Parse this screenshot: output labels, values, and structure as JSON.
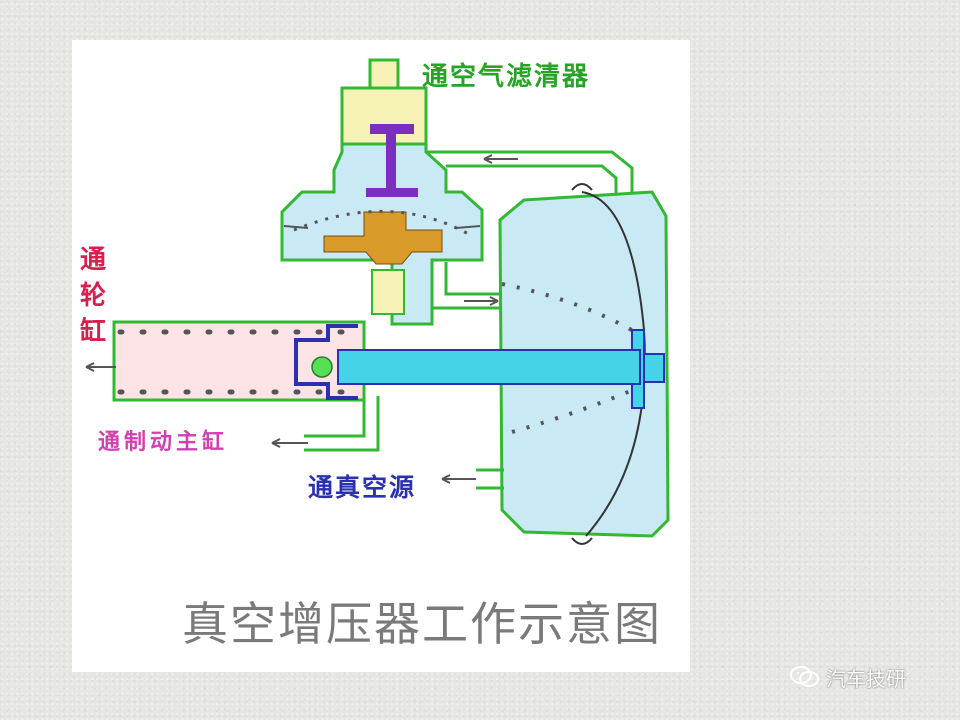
{
  "labels": {
    "filter": "通空气滤清器",
    "wheel_cylinder": "通轮缸",
    "master_cylinder": "通制动主缸",
    "vacuum_source": "通真空源",
    "caption": "真空增压器工作示意图"
  },
  "watermark": {
    "text": "汽车技研",
    "icon": "wechat-icon"
  },
  "colors": {
    "outline": "#33b833",
    "chamber": "#c9e9f5",
    "valve_body": "#f7f3b7",
    "cylinder": "#fbe3e6",
    "piston_rod": "#45d3e8",
    "valve_stem": "#7a2fc0",
    "poppet": "#d89a28",
    "dots": "#555555"
  }
}
